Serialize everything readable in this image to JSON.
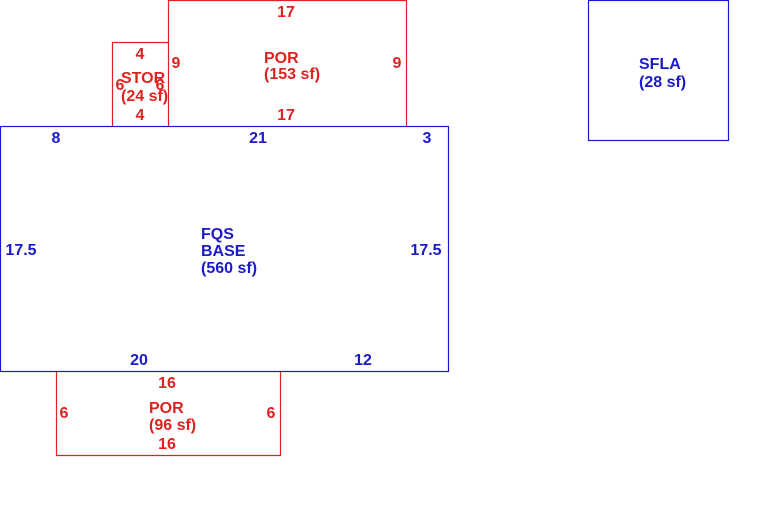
{
  "colors": {
    "red": "#dd2222",
    "blue": "#1a1ac8"
  },
  "areas": {
    "base": {
      "line1": "FQS",
      "line2": "BASE",
      "area": "(560 sf)"
    },
    "por_top": {
      "name": "POR",
      "area": "(153 sf)"
    },
    "stor": {
      "name": "STOR",
      "area": "(24 sf)"
    },
    "por_bottom": {
      "name": "POR",
      "area": "(96 sf)"
    },
    "sfla": {
      "name": "SFLA",
      "area": "(28 sf)"
    }
  },
  "dims": {
    "por_top": {
      "top": "17",
      "bottom": "17",
      "left": "9",
      "right": "9"
    },
    "stor": {
      "top": "4",
      "bottom": "4",
      "left": "6",
      "right": "6"
    },
    "base": {
      "top_a": "8",
      "top_b": "21",
      "top_c": "3",
      "left": "17.5",
      "right": "17.5",
      "bottom_a": "20",
      "bottom_b": "12"
    },
    "por_bottom": {
      "top": "16",
      "bottom": "16",
      "left": "6",
      "right": "6"
    }
  }
}
